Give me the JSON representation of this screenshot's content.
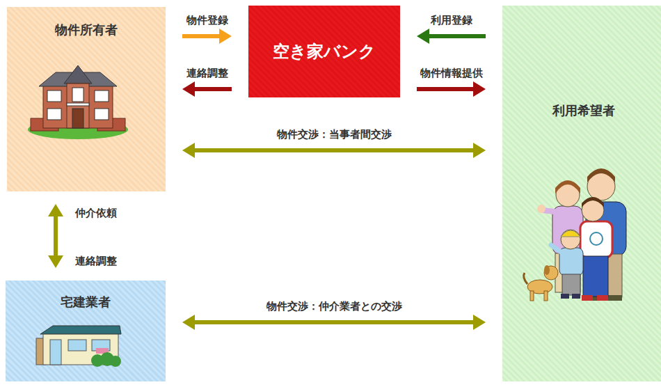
{
  "diagram": {
    "nodes": [
      {
        "text": [
          "物件所有者"
        ]
      },
      {
        "text": [
          "空き家バンク"
        ]
      },
      {
        "text": [
          "利用希望者"
        ]
      },
      {
        "text": [
          "宅建業者"
        ]
      }
    ],
    "edges": [
      {
        "from": 0,
        "to": 1,
        "arrow": "to",
        "label": "物件登録"
      },
      {
        "from": 1,
        "to": 0,
        "arrow": "to",
        "label": "連絡調整"
      },
      {
        "from": 2,
        "to": 1,
        "arrow": "to",
        "label": "利用登録"
      },
      {
        "from": 1,
        "to": 2,
        "arrow": "to",
        "label": "物件情報提供"
      },
      {
        "from": 0,
        "to": 2,
        "arrow": "both",
        "label": "物件交渉：当事者間交渉"
      },
      {
        "from": 0,
        "to": 3,
        "arrow": "both",
        "label": "仲介依頼"
      },
      {
        "from": 3,
        "to": 2,
        "arrow": "both",
        "label": "物件交渉：仲介業者との交渉"
      }
    ],
    "labels": [
      "連絡調整"
    ]
  }
}
